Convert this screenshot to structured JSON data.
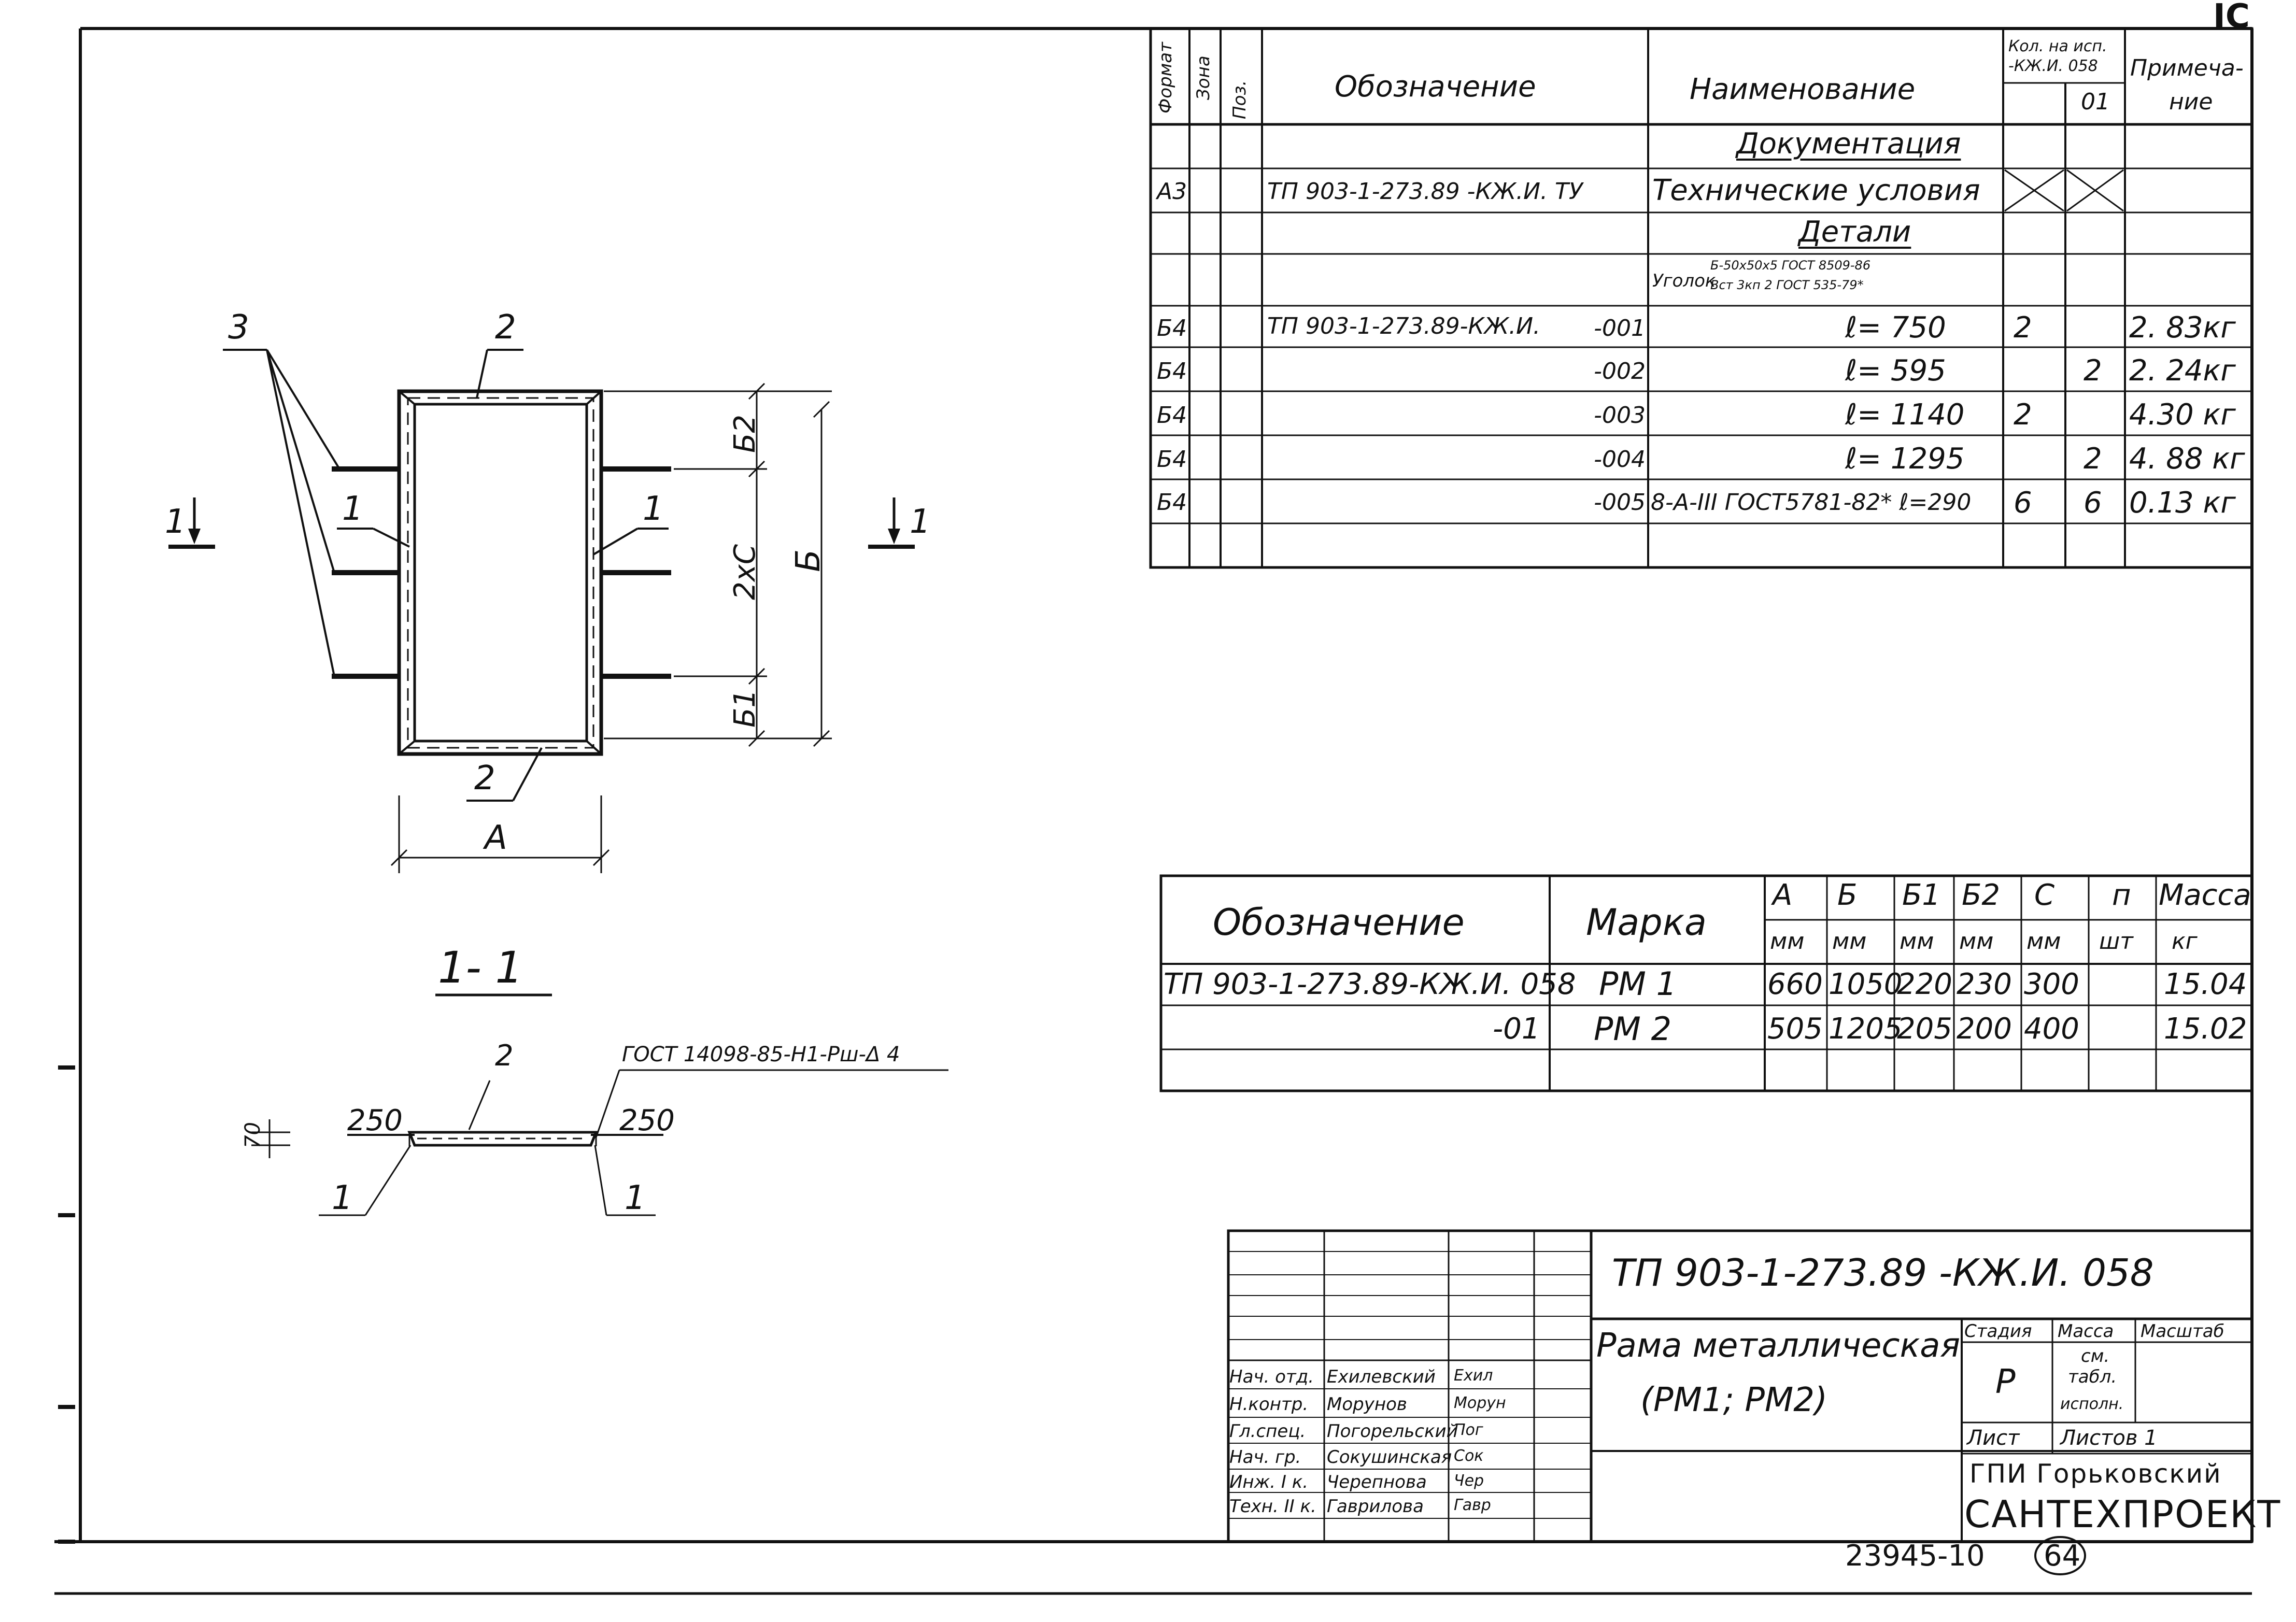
{
  "spec_table": {
    "headers": {
      "format": "Формат",
      "zone": "Зона",
      "pos": "Поз.",
      "designation": "Обозначение",
      "name": "Наименование",
      "qty_line1": "Кол. на исп.",
      "qty_line2": "-КЖ.И. 058",
      "qty_var": "01",
      "note_line1": "Примеча-",
      "note_line2": "ние"
    },
    "section_documentation": "Документация",
    "doc_row": {
      "format": "А3",
      "designation": "ТП 903-1-273.89 -КЖ.И. ТУ",
      "name": "Технические условия"
    },
    "section_details": "Детали",
    "angle_row": {
      "name_prefix": "Уголок",
      "line1": "Б-50х50х5 ГОСТ 8509-86",
      "line2": "Вст 3кп 2 ГОСТ 535-79*"
    },
    "detail_base": "ТП 903-1-273.89-КЖ.И.",
    "rows": [
      {
        "format": "Б4",
        "suffix": "-001",
        "name": "ℓ= 750",
        "qty_base": "2",
        "qty_01": "",
        "note": "2. 83кг"
      },
      {
        "format": "Б4",
        "suffix": "-002",
        "name": "ℓ= 595",
        "qty_base": "",
        "qty_01": "2",
        "note": "2. 24кг"
      },
      {
        "format": "Б4",
        "suffix": "-003",
        "name": "ℓ= 1140",
        "qty_base": "2",
        "qty_01": "",
        "note": "4.30 кг"
      },
      {
        "format": "Б4",
        "suffix": "-004",
        "name": "ℓ= 1295",
        "qty_base": "",
        "qty_01": "2",
        "note": "4. 88 кг"
      },
      {
        "format": "Б4",
        "suffix": "-005",
        "name": "8-А-III ГОСТ5781-82* ℓ=290",
        "qty_base": "6",
        "qty_01": "6",
        "note": "0.13 кг"
      }
    ]
  },
  "drawing": {
    "labels": {
      "pos3": "3",
      "pos2_top": "2",
      "pos2_bottom": "2",
      "pos1_left": "1",
      "pos1_right": "1",
      "section_mark_left": "1",
      "section_mark_right": "1",
      "dim_b2": "Б2",
      "dim_2xc": "2хС",
      "dim_b": "Б",
      "dim_b1": "Б1",
      "dim_a": "А"
    },
    "section_title": "1- 1",
    "section_labels": {
      "pos2": "2",
      "gost": "ГОСТ 14098-85-Н1-Рш-Δ 4",
      "dim_250_left": "250",
      "dim_250_right": "250",
      "dim_70": "70",
      "pos1_left": "1",
      "pos1_right": "1"
    }
  },
  "marks_table": {
    "headers": {
      "designation": "Обозначение",
      "mark": "Марка",
      "cols": [
        {
          "top": "А",
          "unit": "мм"
        },
        {
          "top": "Б",
          "unit": "мм"
        },
        {
          "top": "Б1",
          "unit": "мм"
        },
        {
          "top": "Б2",
          "unit": "мм"
        },
        {
          "top": "С",
          "unit": "мм"
        },
        {
          "top": "п",
          "unit": "шт"
        },
        {
          "top": "Масса",
          "unit": "кг"
        }
      ]
    },
    "rows": [
      {
        "designation": "ТП 903-1-273.89-КЖ.И. 058",
        "mark": "РМ 1",
        "values": [
          "660",
          "1050",
          "220",
          "230",
          "300",
          "",
          "15.04"
        ]
      },
      {
        "designation": "-01",
        "mark": "РМ 2",
        "values": [
          "505",
          "1205",
          "205",
          "200",
          "400",
          "",
          "15.02"
        ]
      }
    ]
  },
  "title_block": {
    "code": "ТП 903-1-273.89 -КЖ.И. 058",
    "name_line1": "Рама металлическая",
    "name_line2": "(РМ1; РМ2)",
    "stage_label": "Стадия",
    "mass_label": "Масса",
    "scale_label": "Масштаб",
    "stage_value": "Р",
    "mass_value_1": "см.",
    "mass_value_2": "табл.",
    "mass_value_3": "исполн.",
    "sheet_label": "Лист",
    "sheets_label": "Листов 1",
    "org_line1": "ГПИ Горьковский",
    "org_line2": "САНТЕХПРОЕКТ",
    "staff": [
      {
        "role": "Нач. отд.",
        "name": "Ехилевский",
        "sign": "Ехил"
      },
      {
        "role": "Н.контр.",
        "name": "Морунов",
        "sign": "Морун"
      },
      {
        "role": "Гл.спец.",
        "name": "Погорельский",
        "sign": "Пог"
      },
      {
        "role": "Нач. гр.",
        "name": "Сокушинская",
        "sign": "Сок"
      },
      {
        "role": "Инж. I к.",
        "name": "Черепнова",
        "sign": "Чер"
      },
      {
        "role": "Техн. II к.",
        "name": "Гаврилова",
        "sign": "Гавр"
      }
    ]
  },
  "footer": {
    "archive_no": "23945-10",
    "page_no": "64",
    "corner_mark": "IC"
  }
}
